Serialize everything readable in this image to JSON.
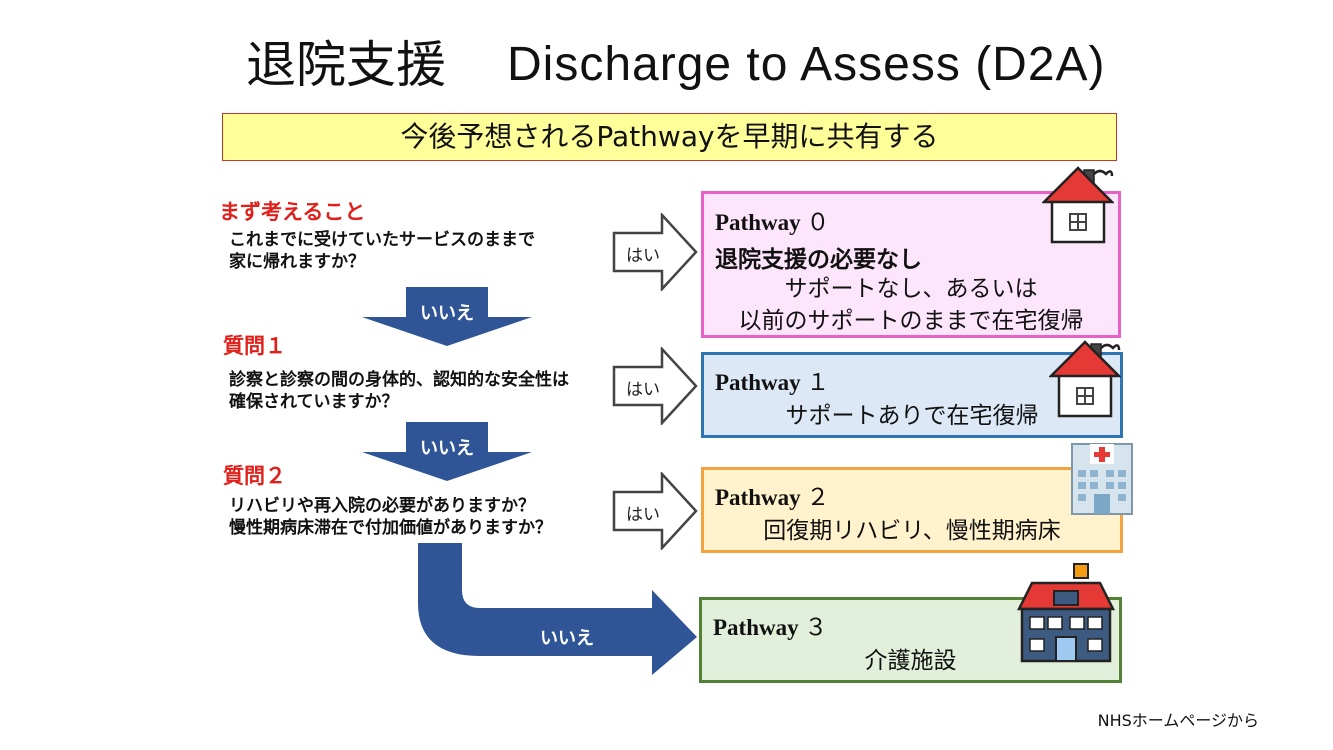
{
  "title": {
    "jp": "退院支援",
    "en": "Discharge to Assess (D2A)"
  },
  "banner": "今後予想されるPathwayを早期に共有する",
  "questions": [
    {
      "heading": "まず考えること",
      "text": "これまでに受けていたサービスのままで\n家に帰れますか？"
    },
    {
      "heading": "質問１",
      "text": "診察と診察の間の身体的、認知的な安全性は\n確保されていますか？"
    },
    {
      "heading": "質問２",
      "text": "リハビリや再入院の必要がありますか？\n慢性期病床滞在で付加価値がありますか？"
    }
  ],
  "yes_label": "はい",
  "no_label": "いいえ",
  "pathways": [
    {
      "name": "Pathway",
      "num": "０",
      "subtitle": "退院支援の必要なし",
      "body": "サポートなし、あるいは\n以前のサポートのままで在宅復帰",
      "border": "#e860c8",
      "fill": "#fde6fb"
    },
    {
      "name": "Pathway",
      "num": "１",
      "body": "サポートありで在宅復帰",
      "border": "#2e75b6",
      "fill": "#dce8f5"
    },
    {
      "name": "Pathway",
      "num": "２",
      "body": "回復期リハビリ、慢性期病床",
      "border": "#f4a340",
      "fill": "#fff2cc"
    },
    {
      "name": "Pathway",
      "num": "３",
      "body": "介護施設",
      "border": "#548235",
      "fill": "#e2efda"
    }
  ],
  "source": "NHSホームページから",
  "colors": {
    "arrow_blue": "#2f5597",
    "heading_red": "#e0211b"
  },
  "icons": [
    "house-icon",
    "house-icon",
    "hospital-icon",
    "care-facility-icon"
  ]
}
